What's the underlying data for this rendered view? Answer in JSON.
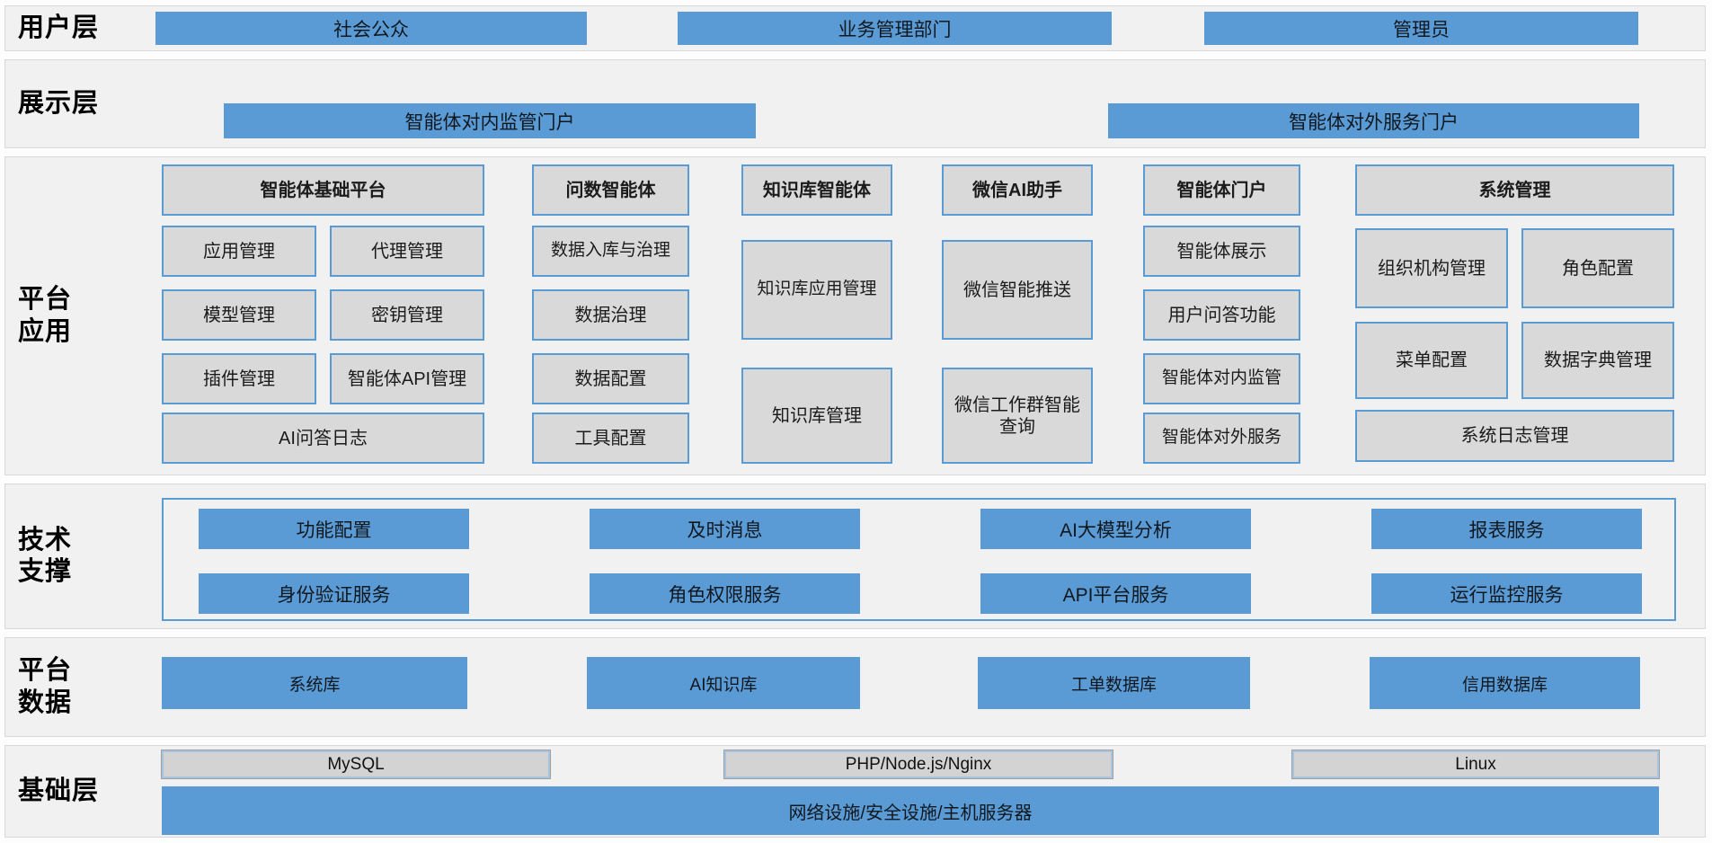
{
  "colors": {
    "accent_blue": "#5B9BD5",
    "box_gray": "#D9D9D9",
    "band_background": "#F1F1F1",
    "text_dark": "#111111"
  },
  "user_layer": {
    "label": "用户层",
    "boxes": [
      "社会公众",
      "业务管理部门",
      "管理员"
    ]
  },
  "display_layer": {
    "label": "展示层",
    "boxes": [
      "智能体对内监管门户",
      "智能体对外服务门户"
    ]
  },
  "platform_app_layer": {
    "label": [
      "平台",
      "应用"
    ],
    "groups": {
      "base": {
        "title": "智能体基础平台",
        "items": [
          "应用管理",
          "代理管理",
          "模型管理",
          "密钥管理",
          "插件管理",
          "智能体API管理"
        ],
        "full": "AI问答日志"
      },
      "ask": {
        "title": "问数智能体",
        "items": [
          "数据入库与治理",
          "数据治理",
          "数据配置",
          "工具配置"
        ]
      },
      "kb": {
        "title": "知识库智能体",
        "items": [
          "知识库应用管理",
          "知识库管理"
        ]
      },
      "wechat": {
        "title": "微信AI助手",
        "items": [
          "微信智能推送",
          "微信工作群智能查询"
        ]
      },
      "portal": {
        "title": "智能体门户",
        "items": [
          "智能体展示",
          "用户问答功能",
          "智能体对内监管",
          "智能体对外服务"
        ]
      },
      "sys": {
        "title": "系统管理",
        "items": [
          "组织机构管理",
          "角色配置",
          "菜单配置",
          "数据字典管理"
        ],
        "full": "系统日志管理"
      }
    }
  },
  "tech_layer": {
    "label": [
      "技术",
      "支撑"
    ],
    "row1": [
      "功能配置",
      "及时消息",
      "AI大模型分析",
      "报表服务"
    ],
    "row2": [
      "身份验证服务",
      "角色权限服务",
      "API平台服务",
      "运行监控服务"
    ]
  },
  "data_layer": {
    "label": [
      "平台",
      "数据"
    ],
    "boxes": [
      "系统库",
      "AI知识库",
      "工单数据库",
      "信用数据库"
    ]
  },
  "infra_layer": {
    "label": "基础层",
    "tech_boxes": [
      "MySQL",
      "PHP/Node.js/Nginx",
      "Linux"
    ],
    "infra_box": "网络设施/安全设施/主机服务器"
  }
}
